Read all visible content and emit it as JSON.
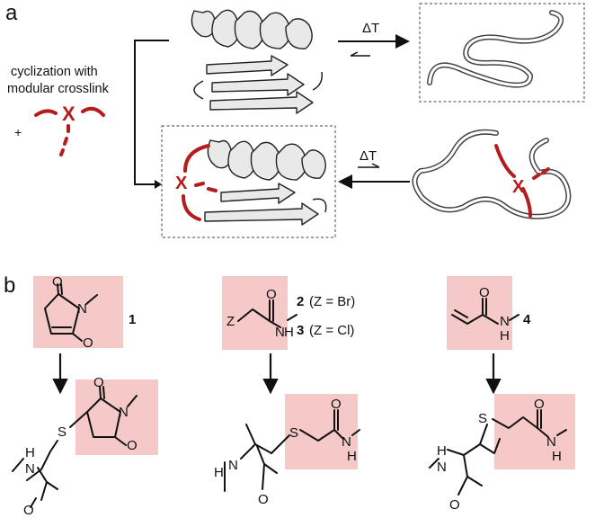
{
  "panel_labels": {
    "a": "a",
    "b": "b"
  },
  "panel_a": {
    "caption_line1": "cyclization with",
    "caption_line2": "modular crosslink",
    "plus": "+",
    "crosslink_symbol": "X",
    "delta_t_top": "ΔT",
    "delta_t_bottom": "ΔT"
  },
  "panel_b": {
    "compounds": [
      {
        "number": "1",
        "atoms": {
          "n": "N",
          "o1": "O",
          "o2": "O"
        }
      },
      {
        "number": "2",
        "note": "(Z = Br)",
        "atoms": {
          "z": "Z",
          "o": "O",
          "n": "N",
          "h": "H"
        }
      },
      {
        "number": "3",
        "note": "(Z = Cl)"
      },
      {
        "number": "4",
        "atoms": {
          "o": "O",
          "n": "N",
          "h": "H"
        }
      }
    ],
    "adducts": [
      {
        "atoms": {
          "s": "S",
          "n_ring": "N",
          "o1": "O",
          "o2": "O",
          "nh_h": "H",
          "nh_n": "N",
          "o_bb": "O"
        }
      },
      {
        "atoms": {
          "s": "S",
          "o": "O",
          "n": "N",
          "h": "H",
          "nh_h": "H",
          "nh_n": "N",
          "o_bb": "O"
        }
      },
      {
        "atoms": {
          "s": "S",
          "o": "O",
          "n": "N",
          "h": "H",
          "nh_h": "H",
          "nh_n": "N",
          "o_bb": "O"
        }
      }
    ]
  }
}
